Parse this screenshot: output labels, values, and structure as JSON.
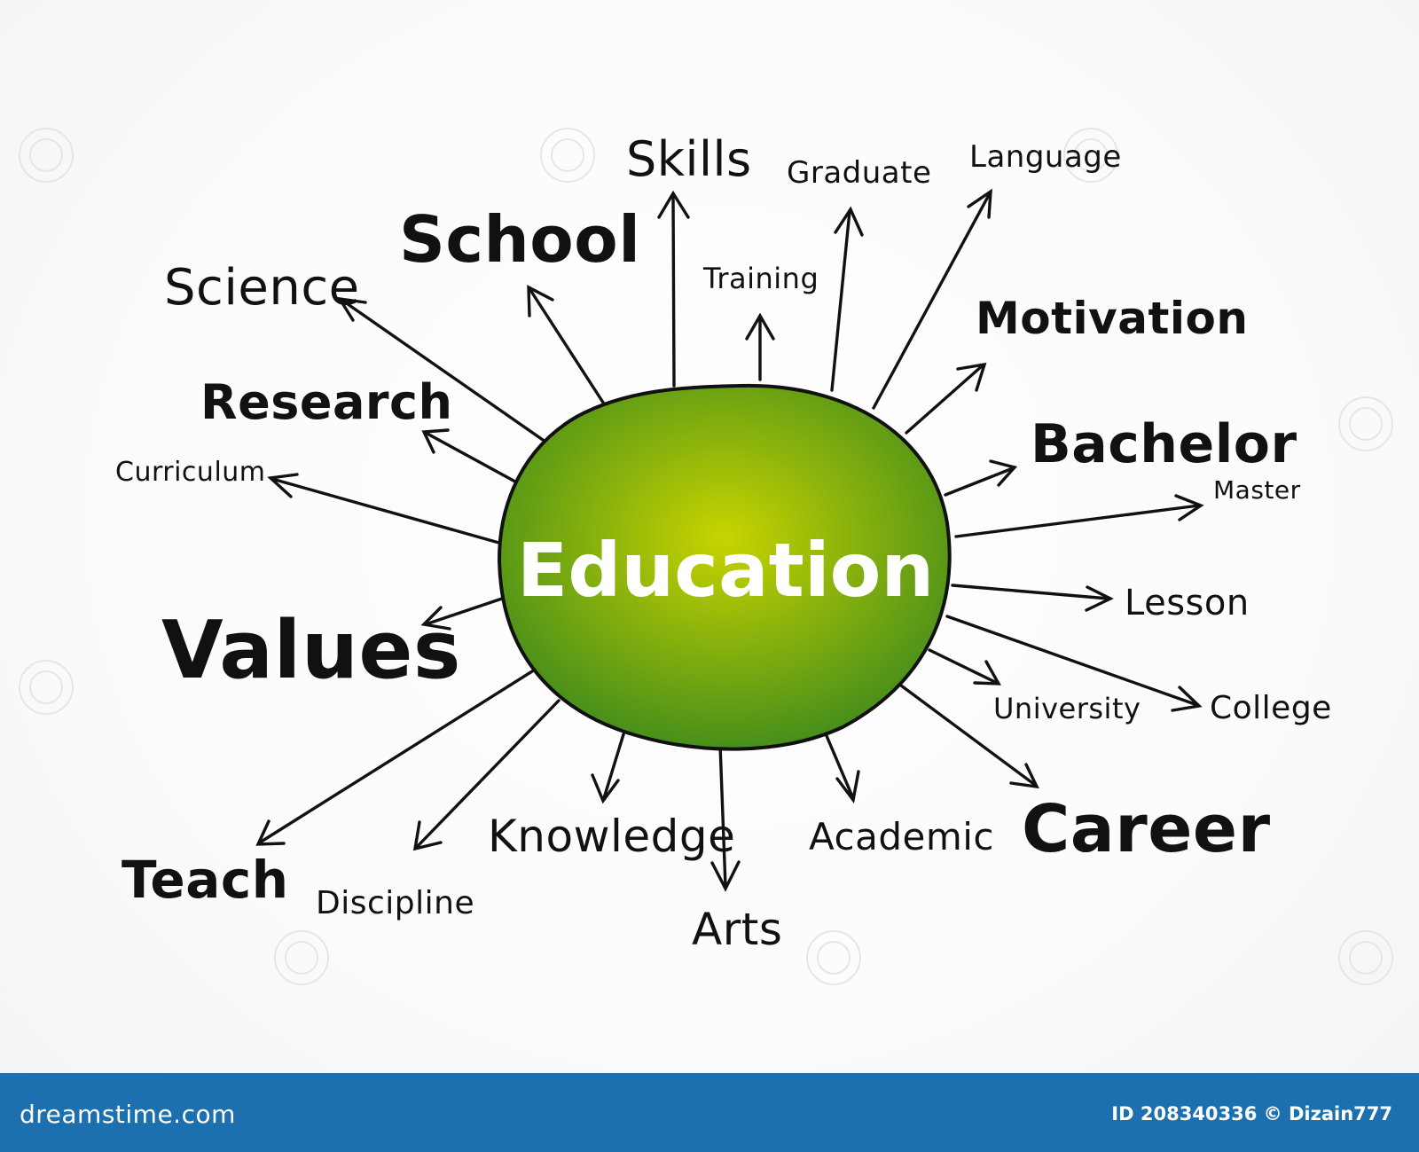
{
  "center": {
    "label": "Education",
    "fill_inner": "#c8d400",
    "fill_outer": "#3f8a1c"
  },
  "nodes": [
    {
      "label": "Skills"
    },
    {
      "label": "Graduate"
    },
    {
      "label": "Language"
    },
    {
      "label": "School"
    },
    {
      "label": "Training"
    },
    {
      "label": "Science"
    },
    {
      "label": "Motivation"
    },
    {
      "label": "Research"
    },
    {
      "label": "Bachelor"
    },
    {
      "label": "Curriculum"
    },
    {
      "label": "Master"
    },
    {
      "label": "Values"
    },
    {
      "label": "Lesson"
    },
    {
      "label": "University"
    },
    {
      "label": "College"
    },
    {
      "label": "Knowledge"
    },
    {
      "label": "Academic"
    },
    {
      "label": "Career"
    },
    {
      "label": "Teach"
    },
    {
      "label": "Discipline"
    },
    {
      "label": "Arts"
    }
  ],
  "footer": {
    "brand": "dreamstime.com",
    "credit": "ID 208340336 © Dizain777",
    "background": "#1c70b0"
  }
}
